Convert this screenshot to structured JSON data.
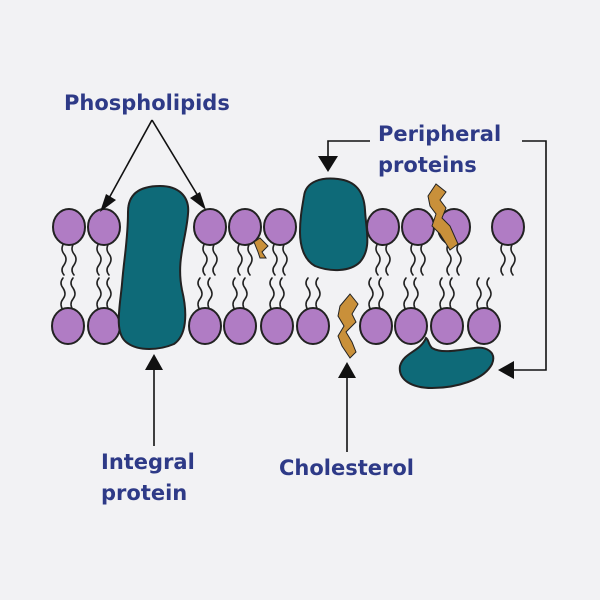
{
  "labels": {
    "phospholipids": "Phospholipids",
    "peripheral_line1": "Peripheral",
    "peripheral_line2": "proteins",
    "integral_line1": "Integral",
    "integral_line2": "protein",
    "cholesterol": "Cholesterol"
  },
  "colors": {
    "background": "#f2f2f4",
    "label_text": "#2e3a87",
    "phospholipid_head": "#b07cc4",
    "protein": "#0e6a78",
    "cholesterol": "#c9903a",
    "outline": "#222222"
  }
}
